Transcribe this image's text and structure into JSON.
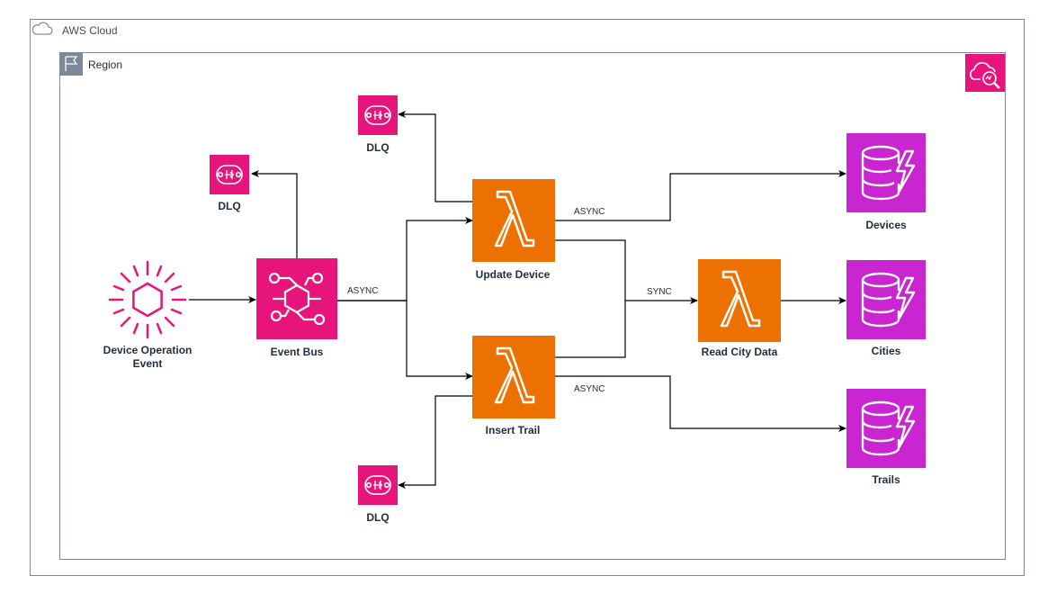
{
  "cloud": {
    "label": "AWS Cloud",
    "icon": "cloud-icon"
  },
  "region": {
    "label": "Region",
    "icon": "flag-icon"
  },
  "corner_icon": "cloudwatch-icon",
  "nodes": {
    "event_source": {
      "label": "Device Operation\nEvent",
      "icon": "eventbridge-event-icon",
      "color": "#e7157b"
    },
    "event_bus": {
      "label": "Event Bus",
      "icon": "eventbridge-icon",
      "color": "#e7157b"
    },
    "dlq_bus": {
      "label": "DLQ",
      "icon": "sqs-queue-icon",
      "color": "#e7157b"
    },
    "dlq_update": {
      "label": "DLQ",
      "icon": "sqs-queue-icon",
      "color": "#e7157b"
    },
    "dlq_insert": {
      "label": "DLQ",
      "icon": "sqs-queue-icon",
      "color": "#e7157b"
    },
    "update_device": {
      "label": "Update Device",
      "icon": "lambda-icon",
      "color": "#ed7100"
    },
    "insert_trail": {
      "label": "Insert Trail",
      "icon": "lambda-icon",
      "color": "#ed7100"
    },
    "read_city": {
      "label": "Read City Data",
      "icon": "lambda-icon",
      "color": "#ed7100"
    },
    "devices": {
      "label": "Devices",
      "icon": "dynamodb-icon",
      "color": "#c925d1"
    },
    "cities": {
      "label": "Cities",
      "icon": "dynamodb-icon",
      "color": "#c925d1"
    },
    "trails": {
      "label": "Trails",
      "icon": "dynamodb-icon",
      "color": "#c925d1"
    }
  },
  "edges": {
    "bus_async": "ASYNC",
    "update_async": "ASYNC",
    "sync": "SYNC",
    "insert_async": "ASYNC"
  }
}
